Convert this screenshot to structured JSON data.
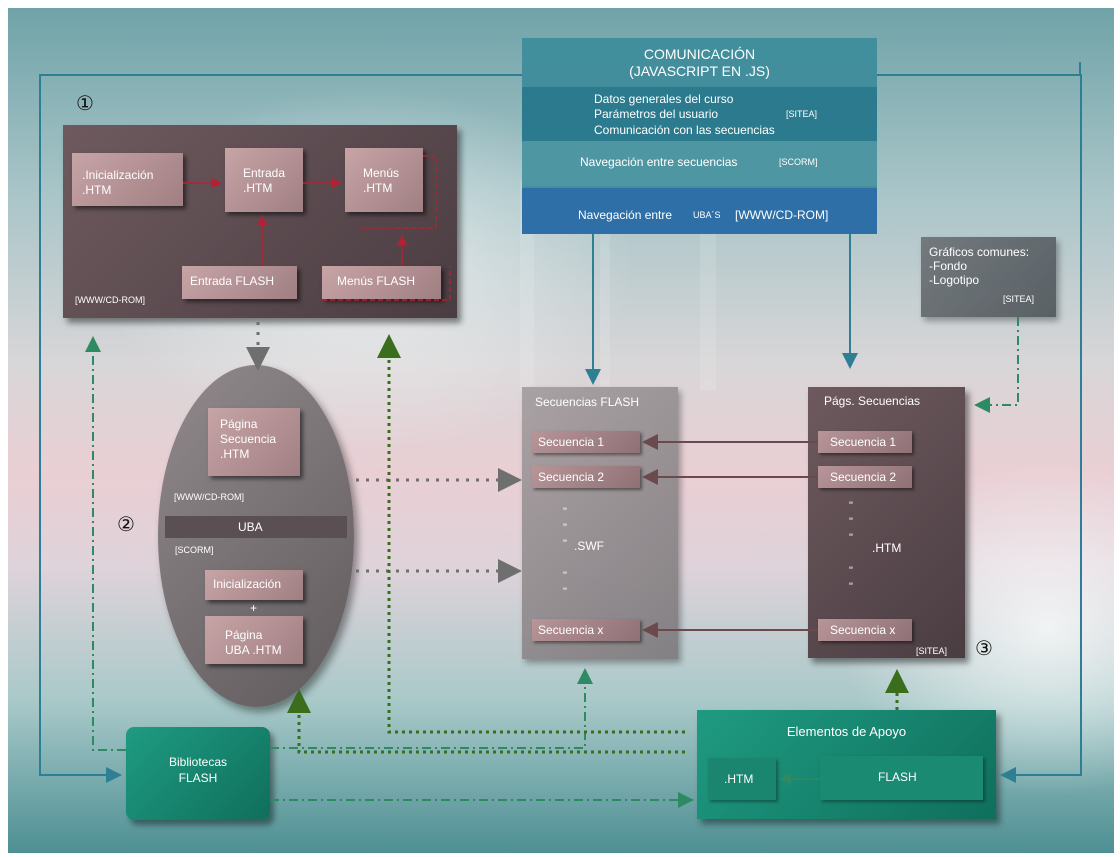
{
  "comunicacion": {
    "title": "COMUNICACIÓN",
    "subtitle": "(JAVASCRIPT EN .JS)",
    "datos": "Datos generales del curso",
    "parametros": "Parámetros del usuario",
    "sitea": "[SITEA]",
    "comunicacion": "Comunicación con las secuencias",
    "nav_secuencias": "Navegación entre secuencias",
    "scorm": "[SCORM]",
    "nav_ubas": "Navegación entre",
    "ubas": "UBA´S",
    "wwwcd": "[WWW/CD-ROM]"
  },
  "section1": {
    "number": "①",
    "inicializacion": [
      ".Inicialización",
      ".HTM"
    ],
    "entrada": [
      "Entrada",
      ".HTM"
    ],
    "menus": [
      "Menús",
      ".HTM"
    ],
    "entrada_flash": "Entrada FLASH",
    "menus_flash": "Menús FLASH",
    "tag": "[WWW/CD-ROM]"
  },
  "section2": {
    "number": "②",
    "pagina": [
      "Página",
      "Secuencia",
      ".HTM"
    ],
    "tag_www": "[WWW/CD-ROM]",
    "uba": "UBA",
    "tag_scorm": "[SCORM]",
    "inicializacion": "Inicialización",
    "plus": "+",
    "pagina_uba": [
      "Página",
      "UBA .HTM"
    ]
  },
  "graficos": {
    "title": "Gráficos comunes:",
    "fondo": "-Fondo",
    "logotipo": "-Logotipo",
    "tag": "[SITEA]"
  },
  "secuencias_flash": {
    "title": "Secuencias FLASH",
    "items": [
      "Secuencia 1",
      "Secuencia 2",
      "Secuencia x"
    ],
    "ext": ".SWF",
    "ditto": "\""
  },
  "pags_secuencias": {
    "title": "Págs. Secuencias",
    "items": [
      "Secuencia 1",
      "Secuencia 2",
      "Secuencia x"
    ],
    "ext": ".HTM",
    "tag": "[SITEA]",
    "number": "③"
  },
  "bibliotecas": [
    "Bibliotecas",
    "FLASH"
  ],
  "elementos": {
    "title": "Elementos de Apoyo",
    "htm": ".HTM",
    "flash": "FLASH"
  },
  "colors": {
    "blue_arrow": "#2f7f94",
    "dark_arrow": "#6a4a4c",
    "red_arrow": "#b22233",
    "dash_green": "#2e8a62",
    "dot_green": "#3a6e1c",
    "dot_gray": "#6f6f6f"
  }
}
